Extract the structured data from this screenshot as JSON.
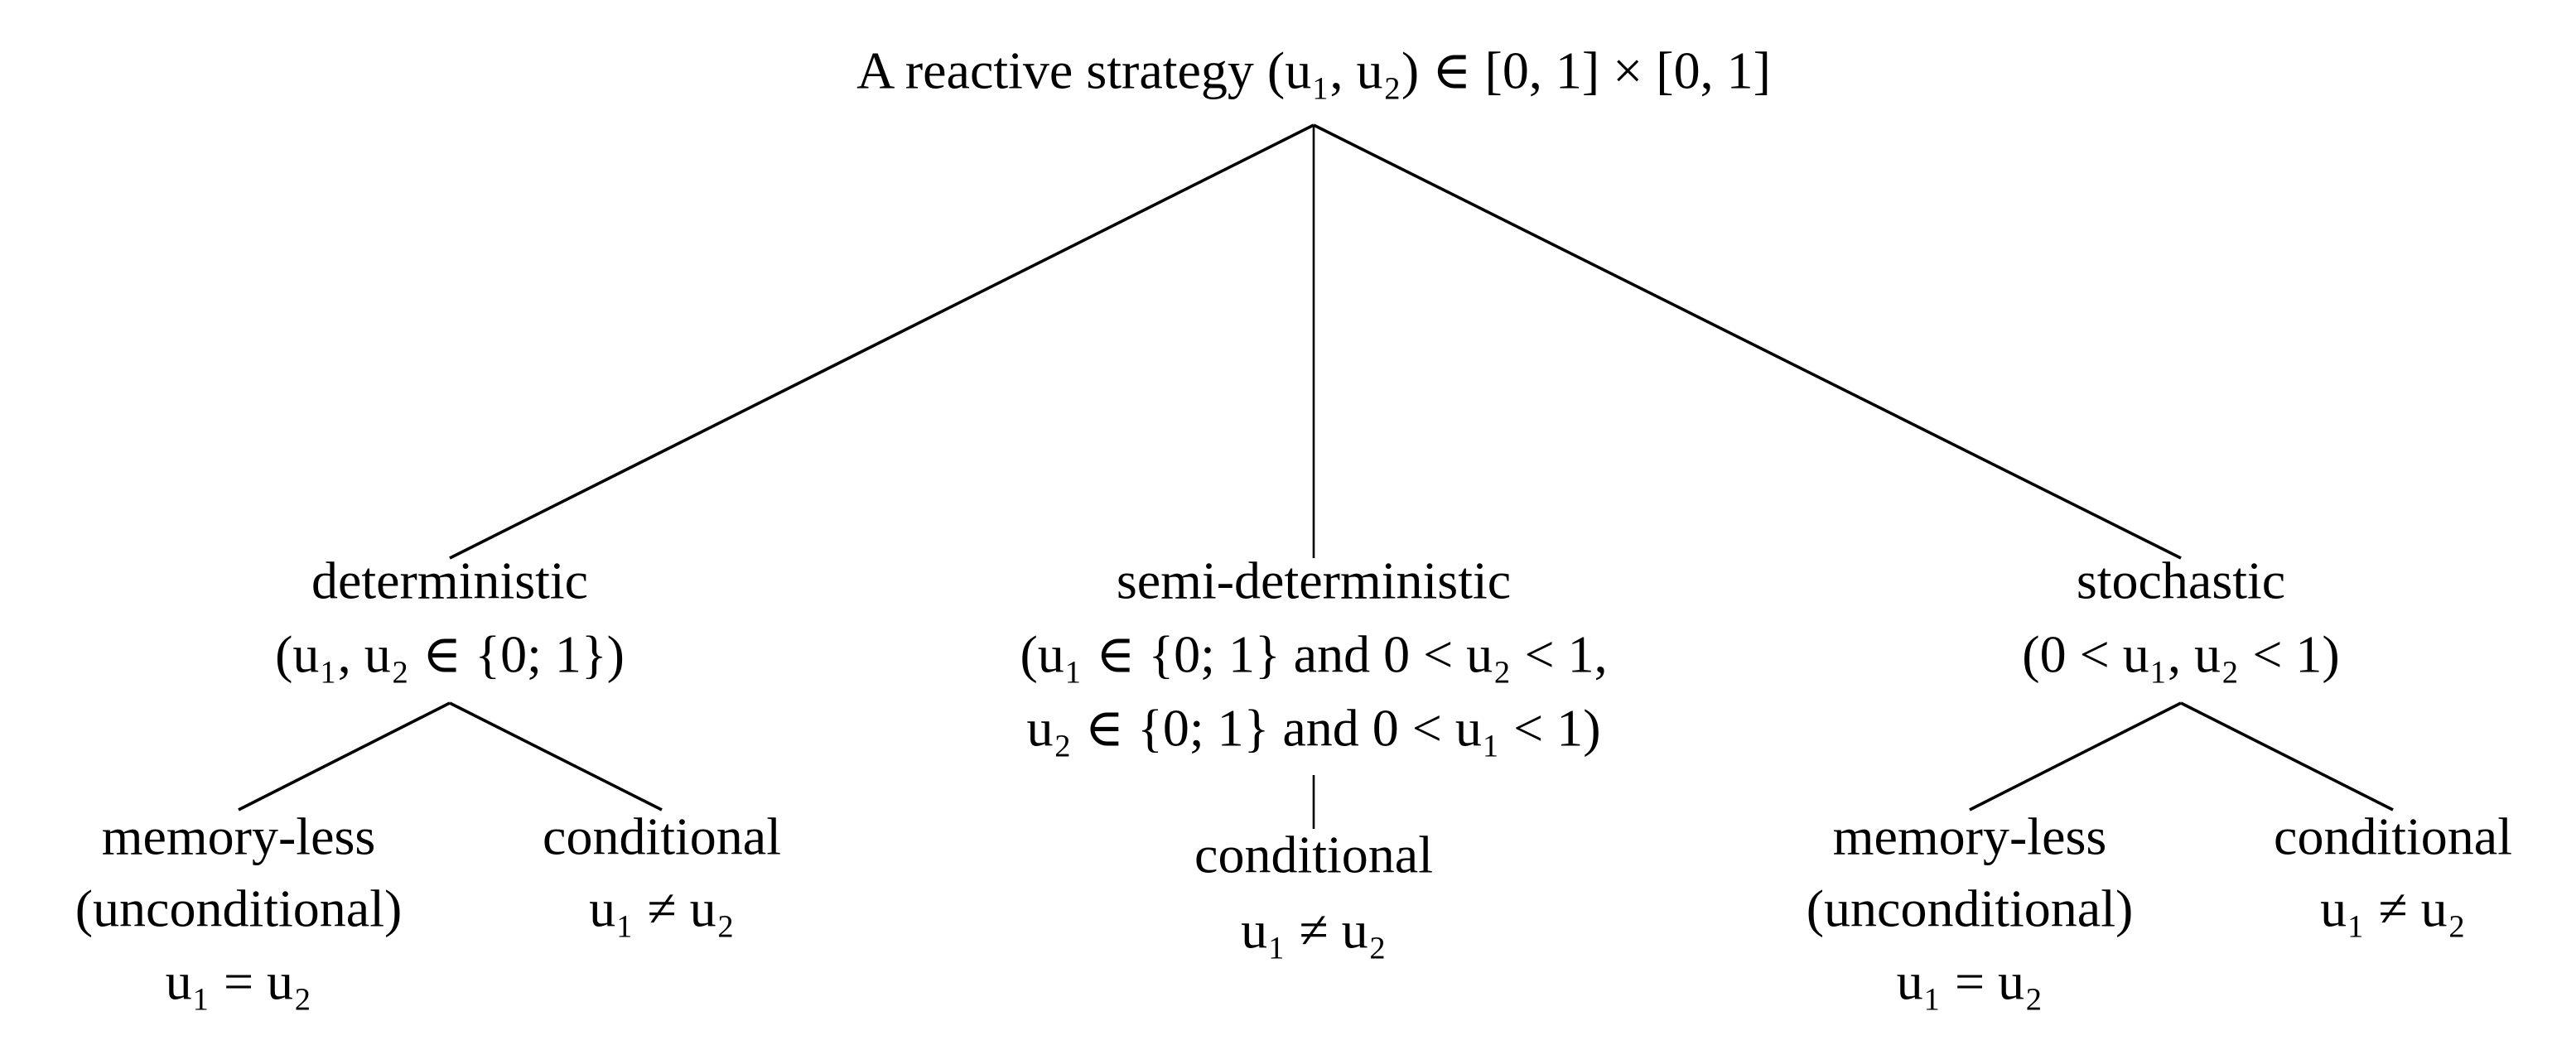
{
  "root": {
    "label": "A reactive strategy (u₁, u₂) ∈ [0, 1] × [0, 1]"
  },
  "branches": {
    "deterministic": {
      "title": "deterministic",
      "condition": "(u₁, u₂ ∈ {0; 1})",
      "children": {
        "memoryless": {
          "title": "memory-less",
          "subtitle": "(unconditional)",
          "condition": "u₁ = u₂"
        },
        "conditional": {
          "title": "conditional",
          "condition": "u₁ ≠ u₂"
        }
      }
    },
    "semi_deterministic": {
      "title": "semi-deterministic",
      "condition_line1": "(u₁ ∈ {0; 1} and 0 < u₂ < 1,",
      "condition_line2": "u₂ ∈ {0; 1} and 0 < u₁ < 1)",
      "children": {
        "conditional": {
          "title": "conditional",
          "condition": "u₁ ≠ u₂"
        }
      }
    },
    "stochastic": {
      "title": "stochastic",
      "condition": "(0 < u₁, u₂ < 1)",
      "children": {
        "memoryless": {
          "title": "memory-less",
          "subtitle": "(unconditional)",
          "condition": "u₁ = u₂"
        },
        "conditional": {
          "title": "conditional",
          "condition": "u₁ ≠ u₂"
        }
      }
    }
  }
}
